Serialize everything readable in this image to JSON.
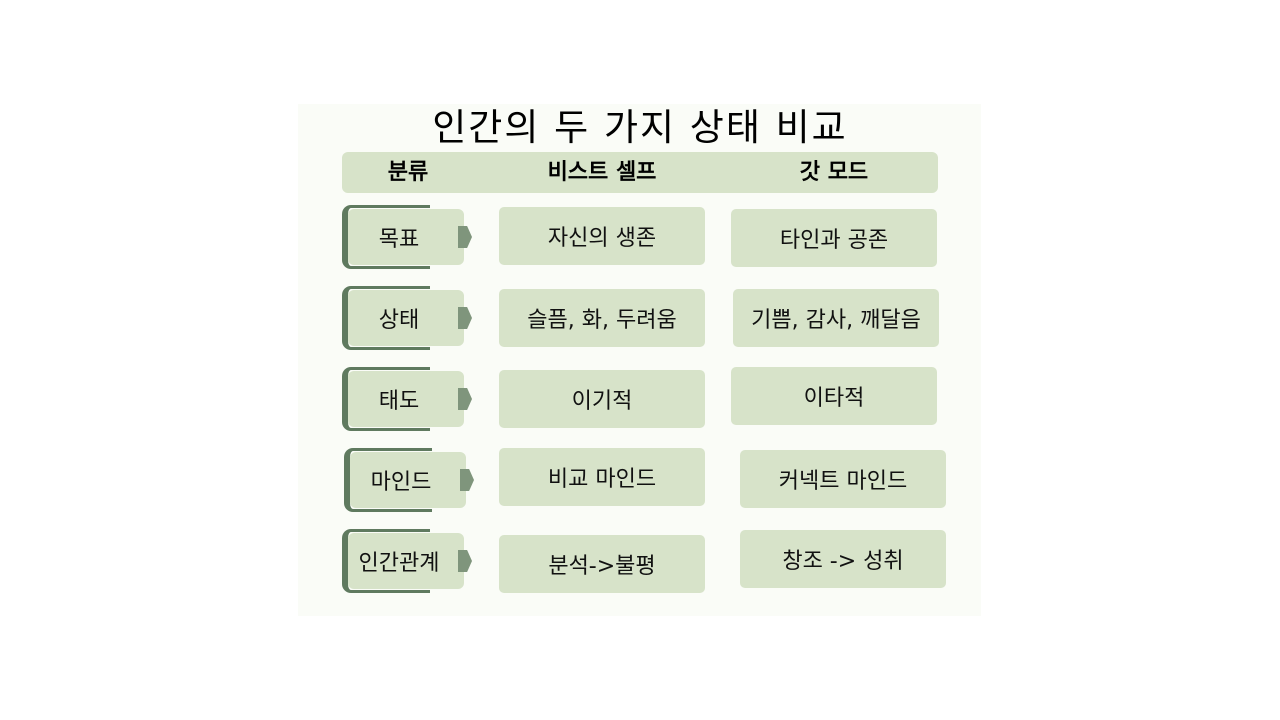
{
  "title": "인간의 두 가지 상태 비교",
  "headers": {
    "category": "분류",
    "beast_self": "비스트 셀프",
    "god_mode": "갓 모드"
  },
  "rows": [
    {
      "category": "목표",
      "beast_self": "자신의 생존",
      "god_mode": "타인과 공존"
    },
    {
      "category": "상태",
      "beast_self": "슬픔, 화, 두려움",
      "god_mode": "기쁨, 감사, 깨달음"
    },
    {
      "category": "태도",
      "beast_self": "이기적",
      "god_mode": "이타적"
    },
    {
      "category": "마인드",
      "beast_self": "비교 마인드",
      "god_mode": "커넥트 마인드"
    },
    {
      "category": "인간관계",
      "beast_self": "분석->불평",
      "god_mode": "창조 -> 성취"
    }
  ],
  "colors": {
    "cell_fill": "#d7e3c9",
    "bracket": "#5f7a5f",
    "arrow": "#7f957c",
    "slide_bg": "#fafcf7"
  }
}
